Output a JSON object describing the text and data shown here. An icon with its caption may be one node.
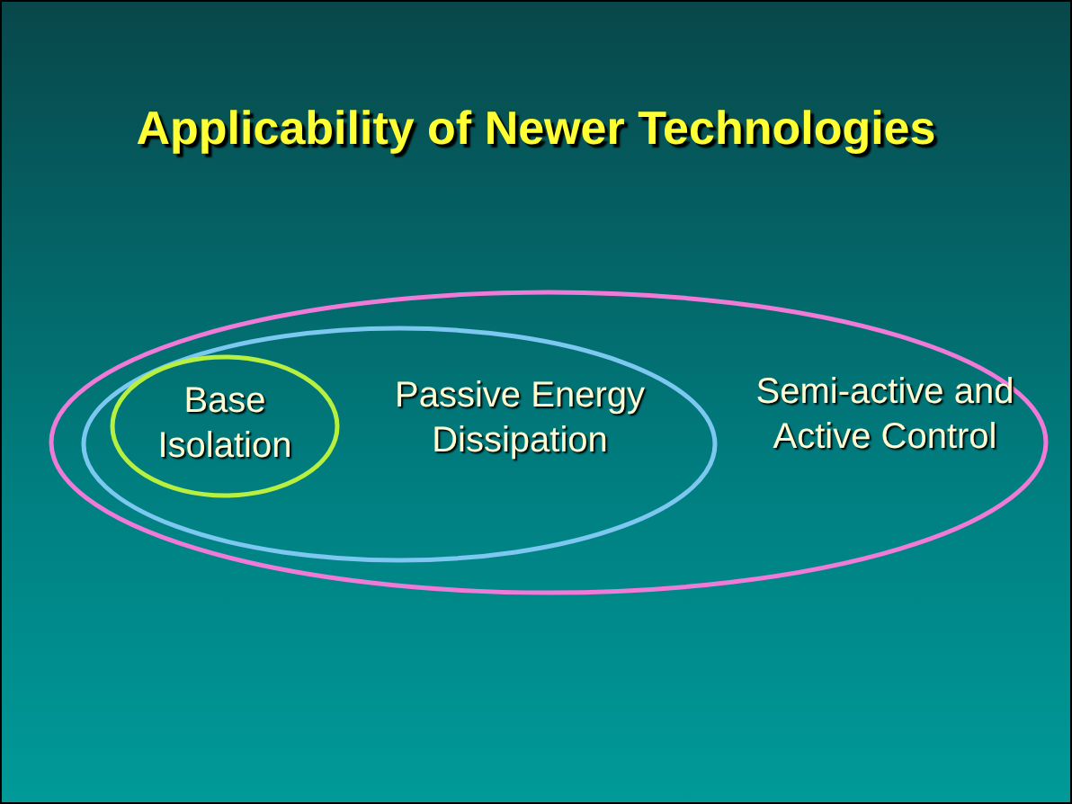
{
  "diagram": {
    "title": "Applicability of Newer Technologies",
    "nodes": [
      {
        "text": [
          "Semi-active and Active Control"
        ]
      },
      {
        "text": [
          "Passive Energy Dissipation"
        ],
        "in": 0
      },
      {
        "text": [
          "Base Isolation"
        ],
        "in": 1
      }
    ],
    "edges": []
  }
}
